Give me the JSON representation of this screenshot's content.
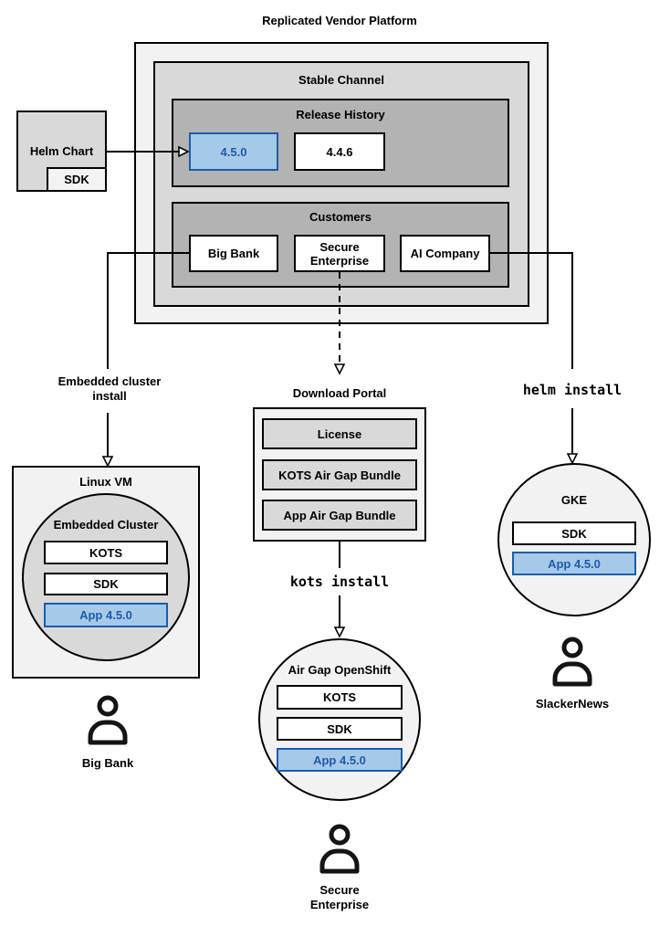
{
  "title": "Replicated Vendor Platform",
  "stable_channel": {
    "label": "Stable Channel"
  },
  "release_history": {
    "label": "Release History",
    "current_release": "4.5.0",
    "previous_release": "4.4.6"
  },
  "customers": {
    "label": "Customers",
    "big_bank": "Big Bank",
    "secure_enterprise": "Secure Enterprise",
    "ai_company": "AI Company"
  },
  "helm_chart": {
    "label": "Helm Chart",
    "sdk": "SDK"
  },
  "edges": {
    "embedded_cluster_install": "Embedded cluster install",
    "helm_install": "helm install",
    "kots_install": "kots install"
  },
  "download_portal": {
    "label": "Download Portal",
    "items": [
      "License",
      "KOTS Air Gap Bundle",
      "App Air Gap Bundle"
    ]
  },
  "linux_vm": {
    "label": "Linux VM",
    "cluster_label": "Embedded Cluster",
    "components": [
      "KOTS",
      "SDK",
      "App 4.5.0"
    ]
  },
  "gke": {
    "label": "GKE",
    "components": [
      "SDK",
      "App 4.5.0"
    ]
  },
  "openshift": {
    "label": "Air Gap OpenShift",
    "components": [
      "KOTS",
      "SDK",
      "App 4.5.0"
    ]
  },
  "personas": {
    "big_bank": "Big Bank",
    "secure_enterprise": "Secure Enterprise",
    "slackernews": "SlackerNews"
  },
  "colors": {
    "highlight_fill": "#a6c9ea",
    "highlight_border": "#1b5ca8",
    "gray_light": "#f2f2f2",
    "gray_medium": "#d9d9d9",
    "gray_dark": "#b3b3b3"
  }
}
